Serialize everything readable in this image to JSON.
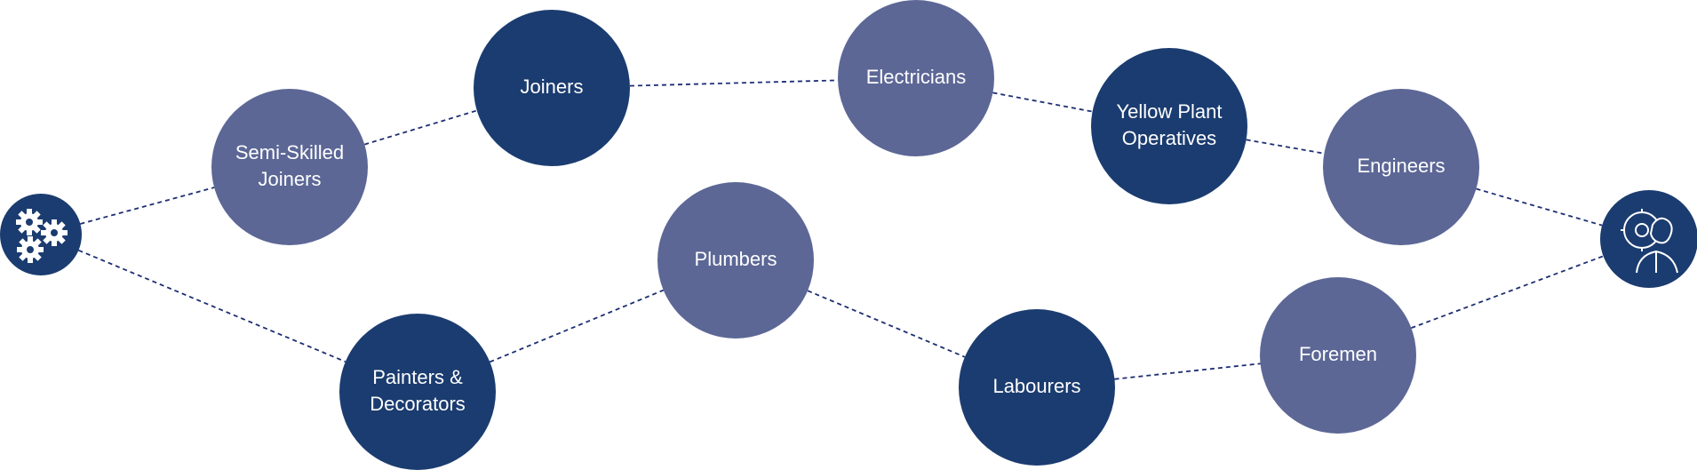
{
  "colors": {
    "dark_node": "#1b3c70",
    "light_node": "#5c6796",
    "edge": "#1d2f72",
    "icon": "#ffffff"
  },
  "nodes": [
    {
      "id": "gears",
      "icon": "gears-icon",
      "shade": "dark"
    },
    {
      "id": "semi-skilled-joiners",
      "lines": [
        "Semi-Skilled",
        "Joiners"
      ],
      "shade": "light"
    },
    {
      "id": "joiners",
      "lines": [
        "Joiners"
      ],
      "shade": "dark"
    },
    {
      "id": "electricians",
      "lines": [
        "Electricians"
      ],
      "shade": "light"
    },
    {
      "id": "yellow-plant-operatives",
      "lines": [
        "Yellow Plant",
        "Operatives"
      ],
      "shade": "dark"
    },
    {
      "id": "engineers",
      "lines": [
        "Engineers"
      ],
      "shade": "light"
    },
    {
      "id": "worker",
      "icon": "engineer-person-icon",
      "shade": "dark"
    },
    {
      "id": "painters-decorators",
      "lines": [
        "Painters &",
        "Decorators"
      ],
      "shade": "dark"
    },
    {
      "id": "plumbers",
      "lines": [
        "Plumbers"
      ],
      "shade": "light"
    },
    {
      "id": "labourers",
      "lines": [
        "Labourers"
      ],
      "shade": "dark"
    },
    {
      "id": "foremen",
      "lines": [
        "Foremen"
      ],
      "shade": "light"
    }
  ],
  "edges": [
    [
      "gears",
      "semi-skilled-joiners"
    ],
    [
      "semi-skilled-joiners",
      "joiners"
    ],
    [
      "joiners",
      "electricians"
    ],
    [
      "electricians",
      "yellow-plant-operatives"
    ],
    [
      "yellow-plant-operatives",
      "engineers"
    ],
    [
      "engineers",
      "worker"
    ],
    [
      "gears",
      "painters-decorators"
    ],
    [
      "painters-decorators",
      "plumbers"
    ],
    [
      "plumbers",
      "labourers"
    ],
    [
      "labourers",
      "foremen"
    ],
    [
      "foremen",
      "worker"
    ]
  ]
}
